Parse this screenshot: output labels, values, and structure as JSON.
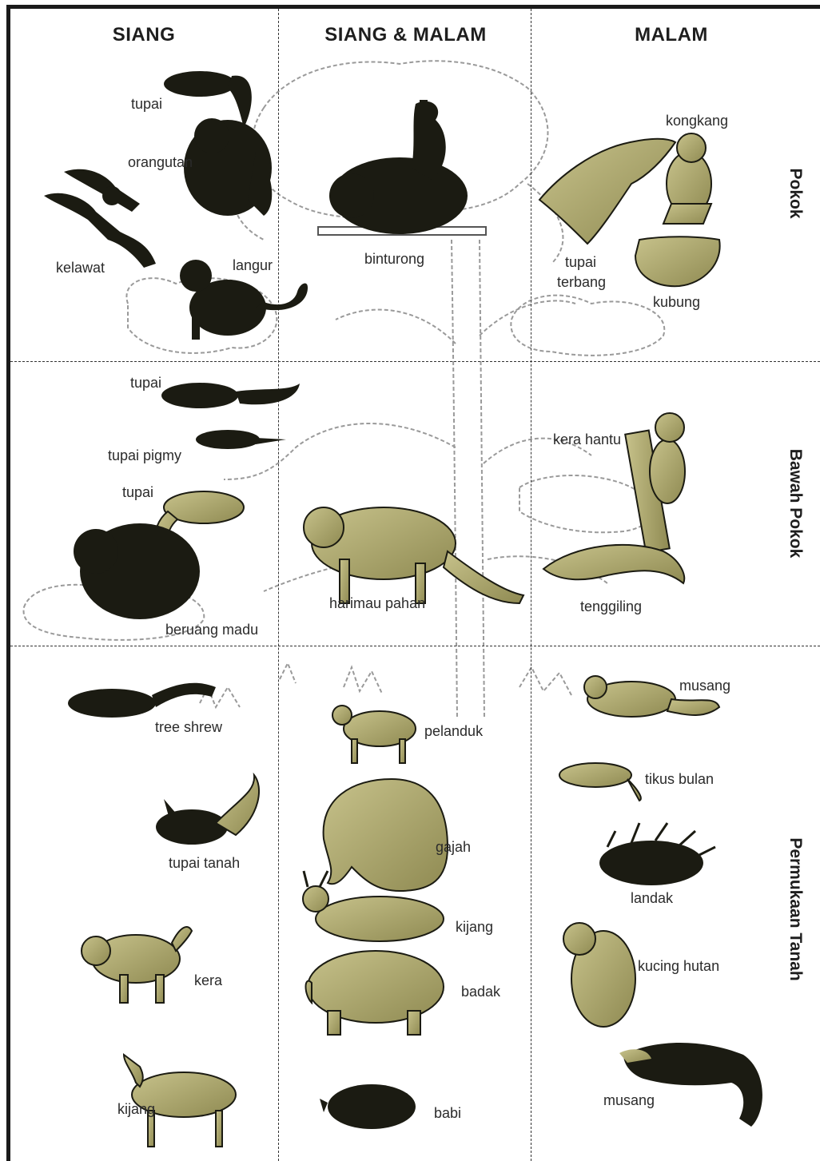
{
  "columns": {
    "day": "SIANG",
    "both": "SIANG & MALAM",
    "night": "MALAM"
  },
  "rows": {
    "canopy": "Pokok",
    "understory": "Bawah Pokok",
    "ground": "Permukaan Tanah"
  },
  "animals": {
    "tupai_1": "tupai",
    "orangutan": "orangutan",
    "kelawat": "kelawat",
    "langur": "langur",
    "binturong": "binturong",
    "kongkang": "kongkang",
    "tupai_terbang_1": "tupai",
    "tupai_terbang_2": "terbang",
    "kubung": "kubung",
    "tupai_2": "tupai",
    "tupai_pigmy": "tupai pigmy",
    "tupai_3": "tupai",
    "beruang_madu": "beruang madu",
    "harimau_pahan": "harimau pahan",
    "kera_hantu": "kera hantu",
    "tenggiling": "tenggiling",
    "tree_shrew": "tree shrew",
    "pelanduk": "pelanduk",
    "musang_1": "musang",
    "tikus_bulan": "tikus bulan",
    "tupai_tanah": "tupai tanah",
    "gajah": "gajah",
    "landak": "landak",
    "kijang_1": "kijang",
    "kera": "kera",
    "kucing_hutan": "kucing hutan",
    "badak": "badak",
    "kijang_2": "kijang",
    "musang_2": "musang",
    "babi": "babi"
  },
  "colors": {
    "dark": "#1b1b12",
    "olive": "#aaa46a",
    "lightOlive": "#c2bd84",
    "line": "#333333",
    "text": "#2b2b2b"
  }
}
